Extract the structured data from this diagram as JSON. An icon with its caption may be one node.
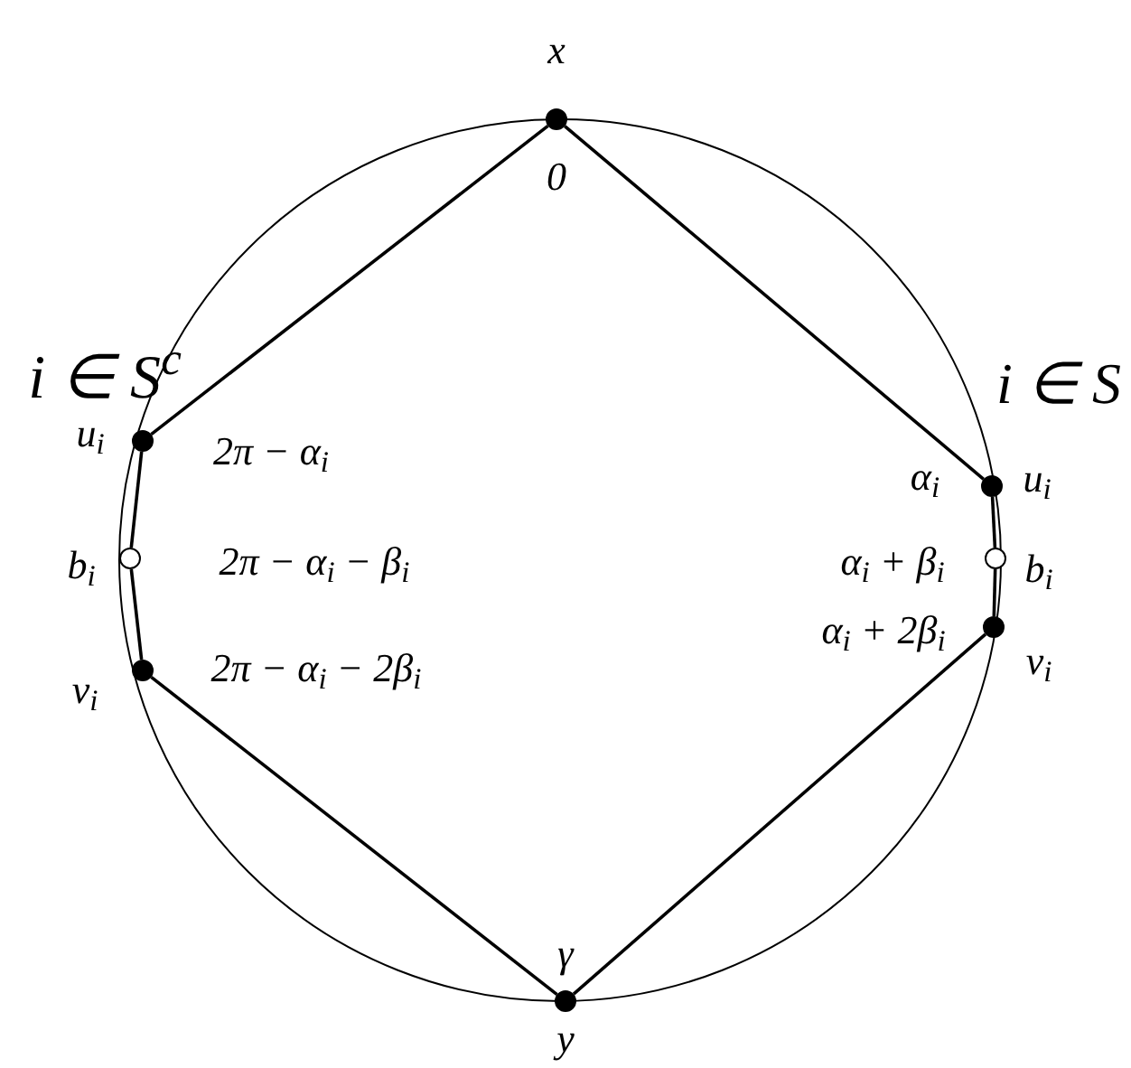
{
  "diagram": {
    "nodes": [
      {
        "text": [],
        "shape": "dot",
        "beside": [
          "x",
          "0"
        ]
      },
      {
        "text": [],
        "shape": "dot",
        "beside": [
          "u$_{i}$",
          "2π − α$_{i}$"
        ]
      },
      {
        "text": [],
        "shape": "circle",
        "beside": [
          "b$_{i}$",
          "2π − α$_{i}$ − β$_{i}$"
        ]
      },
      {
        "text": [],
        "shape": "dot",
        "beside": [
          "v$_{i}$",
          "2π − α$_{i}$ − 2β$_{i}$"
        ]
      },
      {
        "text": [],
        "shape": "dot",
        "beside": [
          "γ",
          "y"
        ]
      },
      {
        "text": [],
        "shape": "dot",
        "beside": [
          "α$_{i}$",
          "u$_{i}$"
        ]
      },
      {
        "text": [],
        "shape": "circle",
        "beside": [
          "α$_{i}$ + β$_{i}$",
          "b$_{i}$"
        ]
      },
      {
        "text": [],
        "shape": "dot",
        "beside": [
          "α$_{i}$ + 2β$_{i}$",
          "v$_{i}$"
        ]
      }
    ],
    "edges": [
      {
        "from": 0,
        "to": 1,
        "arrow": "none"
      },
      {
        "from": 0,
        "to": 5,
        "arrow": "none"
      },
      {
        "from": 1,
        "to": 2,
        "arrow": "none"
      },
      {
        "from": 2,
        "to": 3,
        "arrow": "none"
      },
      {
        "from": 3,
        "to": 4,
        "arrow": "none"
      },
      {
        "from": 5,
        "to": 6,
        "arrow": "none"
      },
      {
        "from": 6,
        "to": 7,
        "arrow": "none"
      },
      {
        "from": 7,
        "to": 4,
        "arrow": "none"
      }
    ],
    "labels": [
      "i ∈ S$^{c}$",
      "i ∈ S"
    ]
  }
}
